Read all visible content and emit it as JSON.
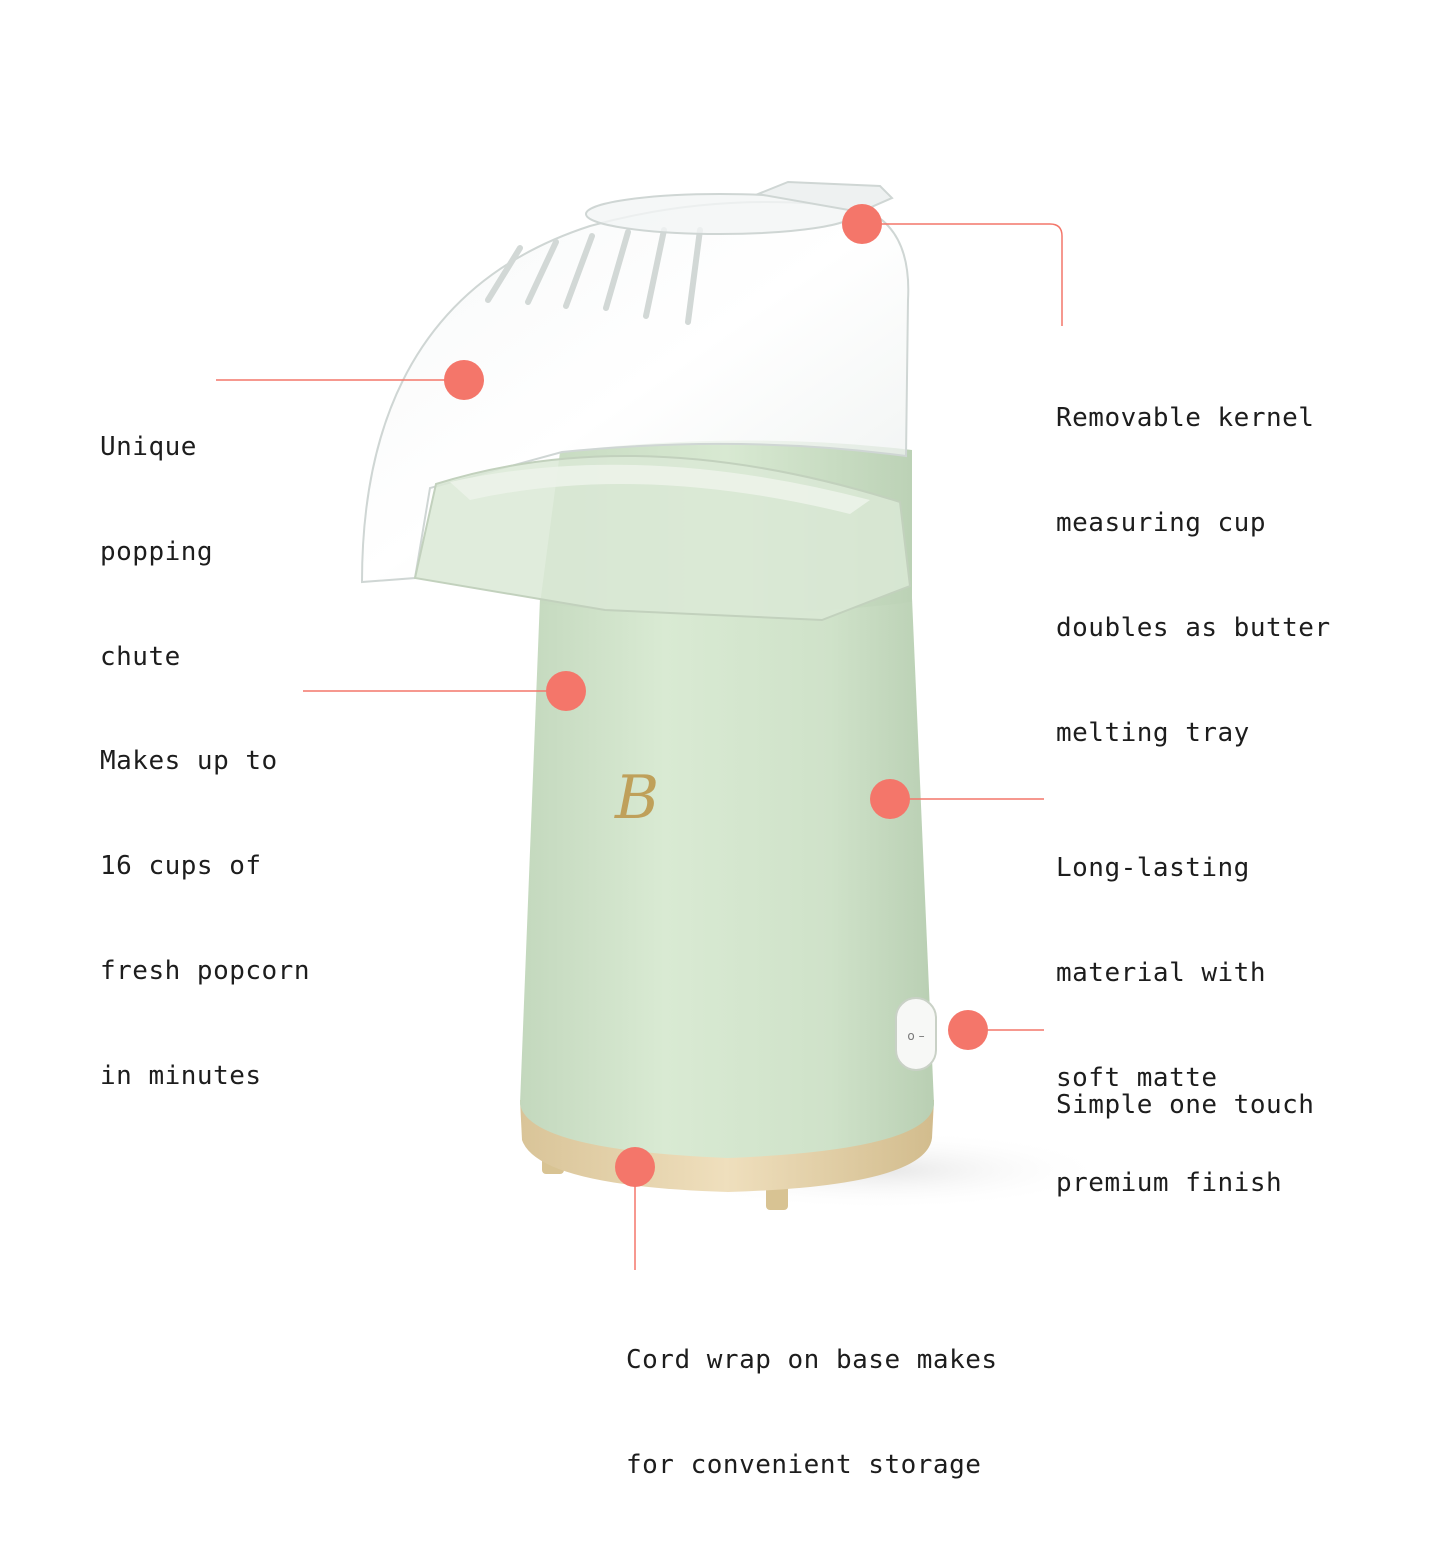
{
  "colors": {
    "accent": "#f4766a",
    "body_green": "#cfe3c9",
    "base_gold": "#e6d2a8",
    "text": "#1d1d1d",
    "background": "#ffffff"
  },
  "product": {
    "logo_letter": "B",
    "switch_marks": "o –"
  },
  "callouts": [
    {
      "id": "chute",
      "lines": [
        "Unique",
        "popping",
        "chute"
      ]
    },
    {
      "id": "cups",
      "lines": [
        "Makes up to",
        "16 cups of",
        "fresh popcorn",
        "in minutes"
      ]
    },
    {
      "id": "measuring-cup",
      "lines": [
        "Removable kernel",
        "measuring cup",
        "doubles as butter",
        "melting tray"
      ]
    },
    {
      "id": "matte",
      "lines": [
        "Long-lasting",
        "material with",
        "soft matte",
        "premium finish"
      ]
    },
    {
      "id": "touch",
      "lines": [
        "Simple one touch"
      ]
    },
    {
      "id": "cord",
      "lines": [
        "Cord wrap on base makes",
        "for convenient storage"
      ]
    }
  ]
}
